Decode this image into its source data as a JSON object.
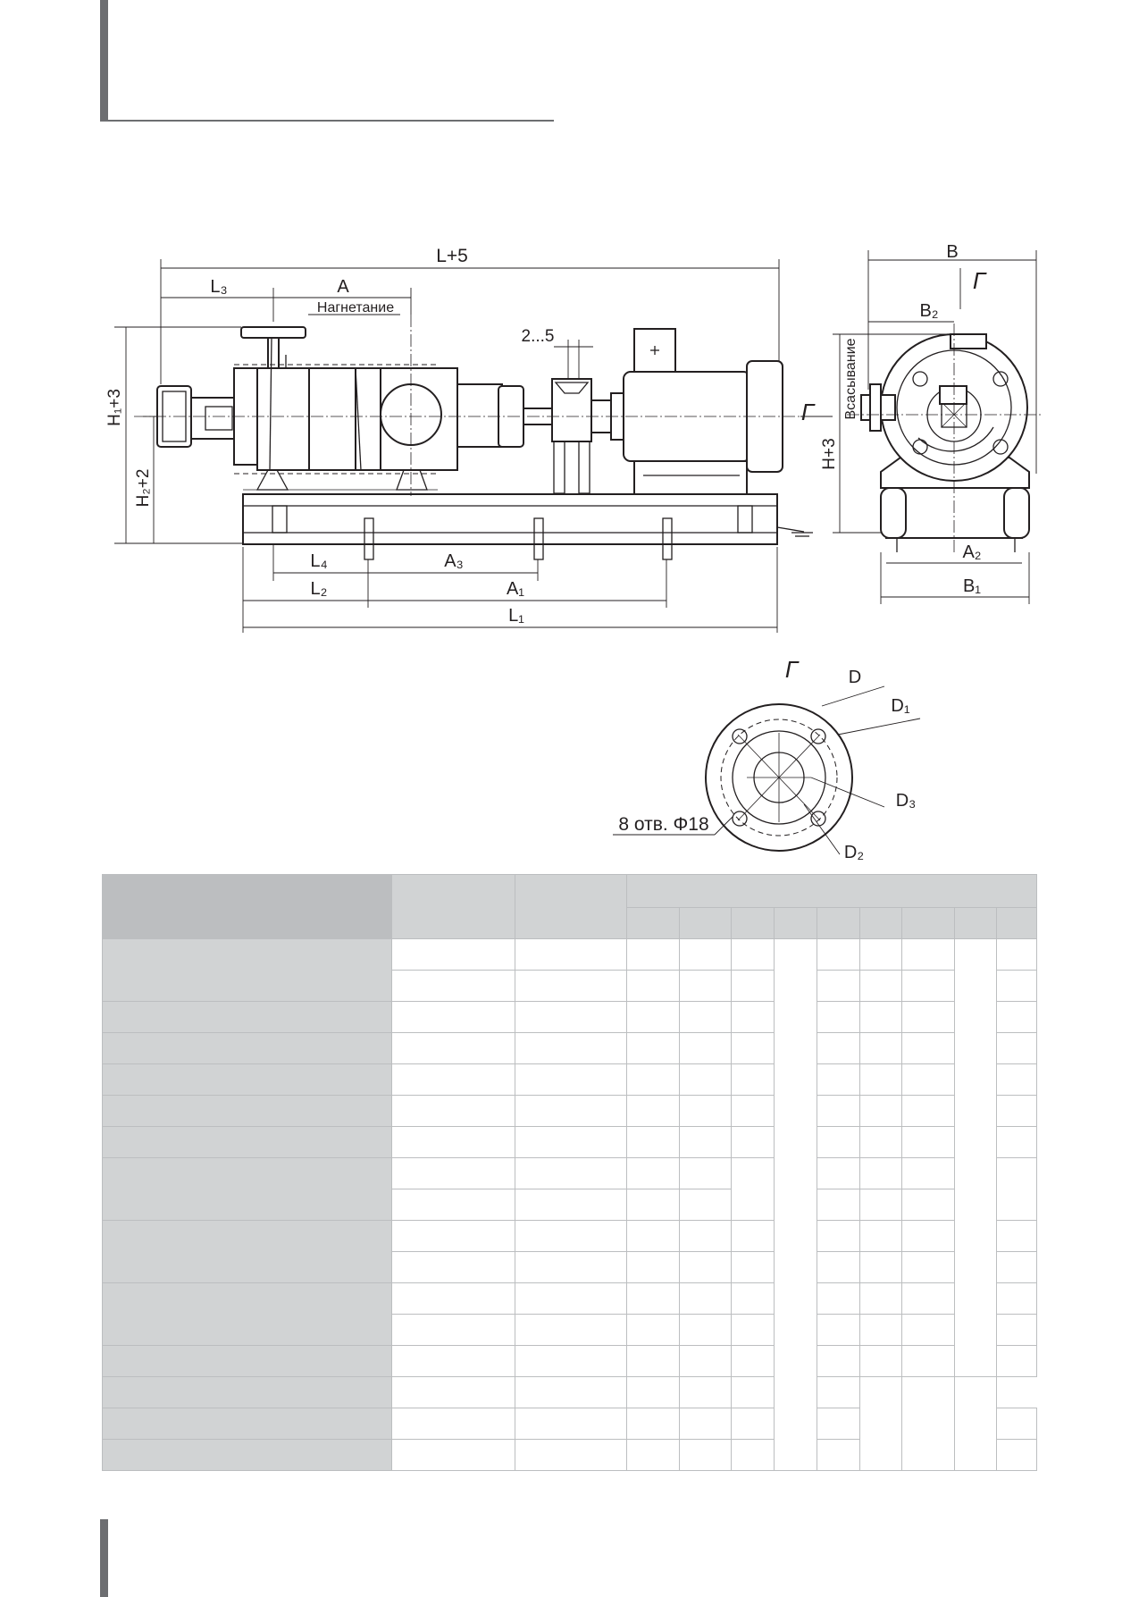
{
  "drawing": {
    "side_view": {
      "length_overall": "L+5",
      "l3": "L₃",
      "a": "A",
      "discharge": "Нагнетание",
      "gap": "2...5",
      "h1": "H₁+3",
      "h2": "H₂+2",
      "l4": "L₄",
      "a3": "A₃",
      "l2": "L₂",
      "a1": "A₁",
      "l1": "L₁",
      "view_arrow": "Г"
    },
    "end_view": {
      "b": "B",
      "view_arrow": "Г",
      "b2": "B₂",
      "suction": "Всасывание",
      "h": "H+3",
      "a2": "A₂",
      "b1": "B₁"
    },
    "flange_view": {
      "title": "Г",
      "d": "D",
      "d1": "D₁",
      "d3": "D₃",
      "d2": "D₂",
      "holes": "8 отв. Φ18"
    }
  },
  "table": {
    "body_rows": 17
  },
  "colors": {
    "accent_bar": "#6d6e71",
    "header_dark": "#bcbec0",
    "header_light": "#d1d3d4",
    "grid": "#bcbec0"
  }
}
